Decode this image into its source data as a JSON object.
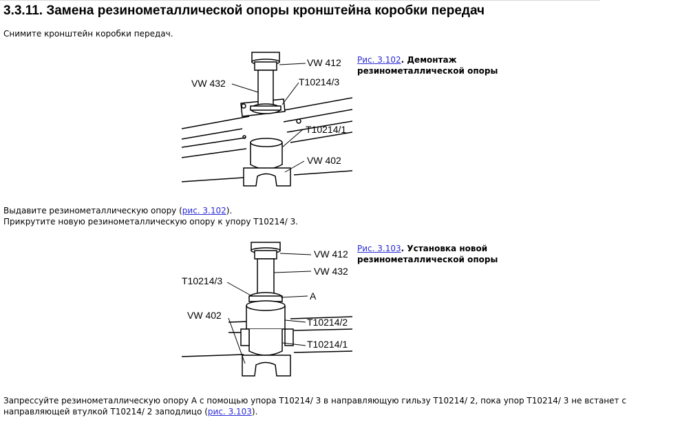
{
  "title": "3.3.11. Замена резинометаллической опоры кронштейна коробки передач",
  "para1": "Снимите кронштейн коробки передач.",
  "figure1": {
    "link": "Рис. 3.102",
    "caption": ". Демонтаж резинометаллической опоры",
    "caption_line1": ". Демонтаж",
    "caption_line2": "резинометаллической опоры",
    "labels": {
      "vw412": "VW 412",
      "vw432": "VW 432",
      "t10214_3": "T10214/3",
      "t10214_1": "T10214/1",
      "vw402": "VW 402"
    }
  },
  "para2": {
    "before": "Выдавите резинометаллическую опору (",
    "link": "рис. 3.102",
    "after": ")."
  },
  "para3": "Прикрутите новую резинометаллическую опору к упору T10214/ 3.",
  "figure2": {
    "link": "Рис. 3.103",
    "caption_line1": ". Установка новой",
    "caption_line2": "резинометаллической опоры",
    "labels": {
      "vw412": "VW 412",
      "vw432": "VW 432",
      "t10214_3": "T10214/3",
      "a": "A",
      "vw402": "VW 402",
      "t10214_2": "T10214/2",
      "t10214_1": "T10214/1"
    }
  },
  "para4": {
    "line1": "Запрессуйте резинометаллическую опору A с помощью упора T10214/ 3 в направляющую гильзу T10214/ 2, пока упор T10214/ 3 не встанет с",
    "line2_before": "направляющей втулкой T10214/ 2 заподлицо (",
    "link": "рис. 3.103",
    "line2_after": ")."
  }
}
